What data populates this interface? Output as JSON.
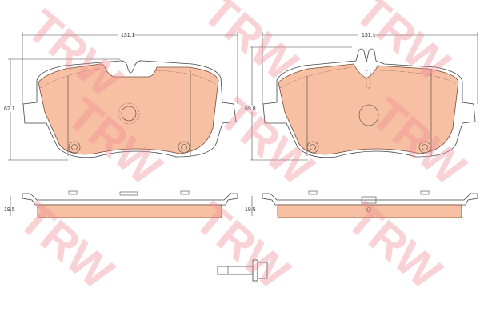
{
  "watermark": "TRW",
  "dimensions": {
    "pad1_width": "131.1",
    "pad1_height": "62.1",
    "pad1_thickness": "19.5",
    "pad2_width": "131.1",
    "pad2_height": "69.8",
    "pad2_thickness": "19.5"
  },
  "colors": {
    "friction": "#f7c0a2",
    "watermark": "#f08a96"
  }
}
